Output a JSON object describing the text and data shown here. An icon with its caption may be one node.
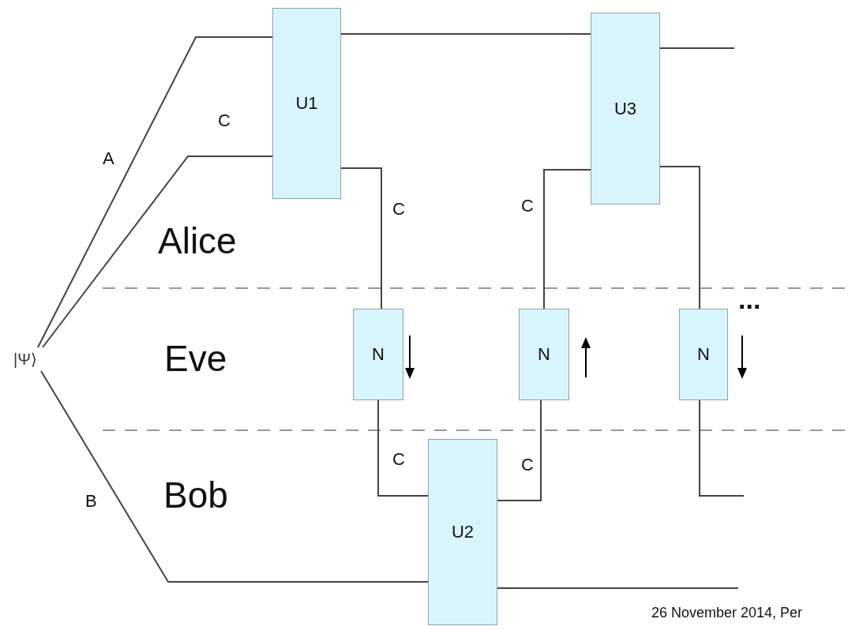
{
  "diagram": {
    "nodes": [
      {
        "text": [
          "|Ψ⟩"
        ]
      },
      {
        "text": [
          "U1"
        ]
      },
      {
        "text": [
          "U3"
        ]
      },
      {
        "text": [
          "N"
        ]
      },
      {
        "text": [
          "N"
        ]
      },
      {
        "text": [
          "N"
        ]
      },
      {
        "text": [
          "U2"
        ]
      }
    ],
    "edges": [
      {
        "from": 0,
        "to": 1,
        "arrow": "none",
        "label": "A"
      },
      {
        "from": 0,
        "to": 1,
        "arrow": "none",
        "label": "C"
      },
      {
        "from": 0,
        "to": 6,
        "arrow": "none",
        "label": "B"
      },
      {
        "from": 1,
        "to": 2,
        "arrow": "none"
      },
      {
        "from": 2,
        "to": null,
        "arrow": "none"
      },
      {
        "from": 1,
        "to": 3,
        "arrow": "none",
        "label": "C"
      },
      {
        "from": 3,
        "to": 6,
        "arrow": "none",
        "label": "C"
      },
      {
        "from": 6,
        "to": 4,
        "arrow": "none",
        "label": "C"
      },
      {
        "from": 4,
        "to": 2,
        "arrow": "none",
        "label": "C"
      },
      {
        "from": 2,
        "to": 5,
        "arrow": "none"
      },
      {
        "from": 5,
        "to": null,
        "arrow": "none"
      },
      {
        "from": 6,
        "to": null,
        "arrow": "none"
      }
    ],
    "labels": [
      "Alice",
      "...",
      "Eve",
      "Bob",
      "26 November 2014, Per"
    ]
  }
}
